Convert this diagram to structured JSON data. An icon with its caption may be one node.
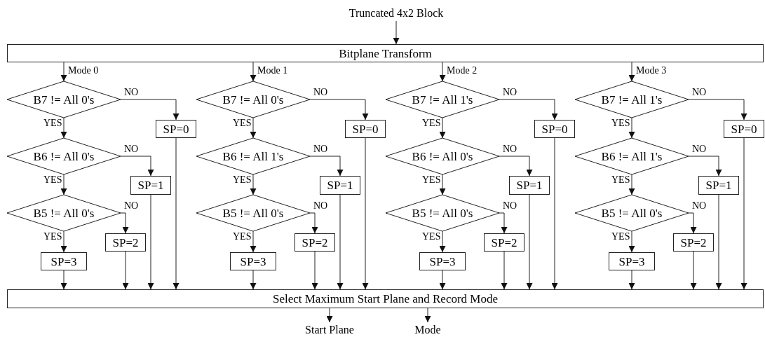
{
  "diagram": {
    "nodes": [
      {
        "text": [
          "Truncated 4x2 Block"
        ]
      },
      {
        "text": [
          "Bitplane Transform"
        ]
      },
      {
        "text": [
          "B7 != All 0's"
        ]
      },
      {
        "text": [
          "SP=0"
        ]
      },
      {
        "text": [
          "B6 != All 0's"
        ]
      },
      {
        "text": [
          "SP=1"
        ]
      },
      {
        "text": [
          "B5 != All 0's"
        ]
      },
      {
        "text": [
          "SP=2"
        ]
      },
      {
        "text": [
          "SP=3"
        ]
      },
      {
        "text": [
          "B7 != All 0's"
        ]
      },
      {
        "text": [
          "SP=0"
        ]
      },
      {
        "text": [
          "B6 != All 1's"
        ]
      },
      {
        "text": [
          "SP=1"
        ]
      },
      {
        "text": [
          "B5 != All 0's"
        ]
      },
      {
        "text": [
          "SP=2"
        ]
      },
      {
        "text": [
          "SP=3"
        ]
      },
      {
        "text": [
          "B7 != All 1's"
        ]
      },
      {
        "text": [
          "SP=0"
        ]
      },
      {
        "text": [
          "B6 != All 0's"
        ]
      },
      {
        "text": [
          "SP=1"
        ]
      },
      {
        "text": [
          "B5 != All 0's"
        ]
      },
      {
        "text": [
          "SP=2"
        ]
      },
      {
        "text": [
          "SP=3"
        ]
      },
      {
        "text": [
          "B7 != All 1's"
        ]
      },
      {
        "text": [
          "SP=0"
        ]
      },
      {
        "text": [
          "B6 != All 1's"
        ]
      },
      {
        "text": [
          "SP=1"
        ]
      },
      {
        "text": [
          "B5 != All 0's"
        ]
      },
      {
        "text": [
          "SP=2"
        ]
      },
      {
        "text": [
          "SP=3"
        ]
      },
      {
        "text": [
          "Select Maximum Start Plane and Record Mode"
        ]
      },
      {
        "text": [
          "Start Plane"
        ]
      },
      {
        "text": [
          "Mode"
        ]
      }
    ],
    "edges": [
      {
        "from": 0,
        "to": 1,
        "arrow": "to"
      },
      {
        "from": 1,
        "to": 2,
        "arrow": "to",
        "label": "Mode 0"
      },
      {
        "from": 2,
        "to": 3,
        "arrow": "to",
        "label": "NO"
      },
      {
        "from": 2,
        "to": 4,
        "arrow": "to",
        "label": "YES"
      },
      {
        "from": 4,
        "to": 5,
        "arrow": "to",
        "label": "NO"
      },
      {
        "from": 4,
        "to": 6,
        "arrow": "to",
        "label": "YES"
      },
      {
        "from": 6,
        "to": 7,
        "arrow": "to",
        "label": "NO"
      },
      {
        "from": 6,
        "to": 8,
        "arrow": "to",
        "label": "YES"
      },
      {
        "from": 8,
        "to": 30,
        "arrow": "to"
      },
      {
        "from": 7,
        "to": 30,
        "arrow": "to"
      },
      {
        "from": 5,
        "to": 30,
        "arrow": "to"
      },
      {
        "from": 3,
        "to": 30,
        "arrow": "to"
      },
      {
        "from": 1,
        "to": 9,
        "arrow": "to",
        "label": "Mode 1"
      },
      {
        "from": 9,
        "to": 10,
        "arrow": "to",
        "label": "NO"
      },
      {
        "from": 9,
        "to": 11,
        "arrow": "to",
        "label": "YES"
      },
      {
        "from": 11,
        "to": 12,
        "arrow": "to",
        "label": "NO"
      },
      {
        "from": 11,
        "to": 13,
        "arrow": "to",
        "label": "YES"
      },
      {
        "from": 13,
        "to": 14,
        "arrow": "to",
        "label": "NO"
      },
      {
        "from": 13,
        "to": 15,
        "arrow": "to",
        "label": "YES"
      },
      {
        "from": 15,
        "to": 30,
        "arrow": "to"
      },
      {
        "from": 14,
        "to": 30,
        "arrow": "to"
      },
      {
        "from": 12,
        "to": 30,
        "arrow": "to"
      },
      {
        "from": 10,
        "to": 30,
        "arrow": "to"
      },
      {
        "from": 1,
        "to": 16,
        "arrow": "to",
        "label": "Mode 2"
      },
      {
        "from": 16,
        "to": 17,
        "arrow": "to",
        "label": "NO"
      },
      {
        "from": 16,
        "to": 18,
        "arrow": "to",
        "label": "YES"
      },
      {
        "from": 18,
        "to": 19,
        "arrow": "to",
        "label": "NO"
      },
      {
        "from": 18,
        "to": 20,
        "arrow": "to",
        "label": "YES"
      },
      {
        "from": 20,
        "to": 21,
        "arrow": "to",
        "label": "NO"
      },
      {
        "from": 20,
        "to": 22,
        "arrow": "to",
        "label": "YES"
      },
      {
        "from": 22,
        "to": 30,
        "arrow": "to"
      },
      {
        "from": 21,
        "to": 30,
        "arrow": "to"
      },
      {
        "from": 19,
        "to": 30,
        "arrow": "to"
      },
      {
        "from": 17,
        "to": 30,
        "arrow": "to"
      },
      {
        "from": 1,
        "to": 23,
        "arrow": "to",
        "label": "Mode 3"
      },
      {
        "from": 23,
        "to": 24,
        "arrow": "to",
        "label": "NO"
      },
      {
        "from": 23,
        "to": 25,
        "arrow": "to",
        "label": "YES"
      },
      {
        "from": 25,
        "to": 26,
        "arrow": "to",
        "label": "NO"
      },
      {
        "from": 25,
        "to": 27,
        "arrow": "to",
        "label": "YES"
      },
      {
        "from": 27,
        "to": 28,
        "arrow": "to",
        "label": "NO"
      },
      {
        "from": 27,
        "to": 29,
        "arrow": "to",
        "label": "YES"
      },
      {
        "from": 29,
        "to": 30,
        "arrow": "to"
      },
      {
        "from": 28,
        "to": 30,
        "arrow": "to"
      },
      {
        "from": 26,
        "to": 30,
        "arrow": "to"
      },
      {
        "from": 24,
        "to": 30,
        "arrow": "to"
      },
      {
        "from": 30,
        "to": 31,
        "arrow": "to"
      },
      {
        "from": 30,
        "to": 32,
        "arrow": "to"
      }
    ]
  }
}
